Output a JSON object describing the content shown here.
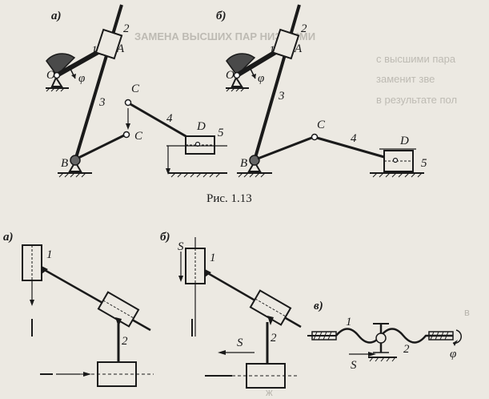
{
  "figure_caption": "Рис. 1.13",
  "top_figure": {
    "panel_a": {
      "tag": "a)",
      "labels": {
        "o": "O",
        "phi": "φ",
        "one": "1",
        "two": "2",
        "three": "3",
        "four": "4",
        "five": "5",
        "a": "A",
        "b": "B",
        "c_upper": "C",
        "c_lower": "C",
        "d": "D"
      }
    },
    "panel_b": {
      "tag": "б)",
      "labels": {
        "o": "O",
        "phi": "φ",
        "one": "1",
        "two": "2",
        "three": "3",
        "four": "4",
        "five": "5",
        "a": "A",
        "b": "B",
        "c": "C",
        "d": "D"
      }
    }
  },
  "bottom_figure": {
    "panel_a": {
      "tag": "a)",
      "labels": {
        "one": "1",
        "two": "2"
      }
    },
    "panel_b": {
      "tag": "б)",
      "labels": {
        "one": "1",
        "two": "2",
        "s_vertical": "S",
        "s_horizontal": "S"
      }
    },
    "panel_c": {
      "tag": "в)",
      "labels": {
        "one": "1",
        "two": "2",
        "s": "S",
        "phi": "φ"
      }
    }
  },
  "bleed_through_text": {
    "heading": "ЗАМЕНА ВЫСШИХ ПАР НИЗШИМИ",
    "lines": [
      "с высшими пара",
      "заменит зве",
      "в результате пол",
      "ж",
      "в"
    ]
  }
}
